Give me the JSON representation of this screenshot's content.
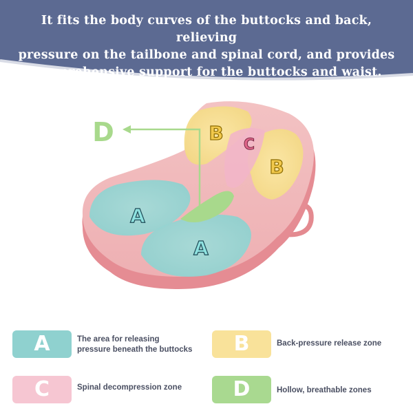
{
  "banner": {
    "lines": [
      "It fits the body curves of the buttocks and back, relieving",
      "pressure on the tailbone and spinal cord, and provides",
      "comprehensive support for the buttocks and waist."
    ],
    "color": "#5c6a92"
  },
  "diagram": {
    "zone_a_label": "A",
    "zone_b_label": "B",
    "zone_c_label": "C",
    "zone_d_label": "D",
    "cushion_color": "#eaa0a4",
    "zone_a_color": "#8fd1cf",
    "zone_b_color": "#f6df8c",
    "zone_c_color": "#f2b6c8",
    "zone_d_color": "#a8d98c"
  },
  "legend": {
    "items": [
      {
        "letter": "A",
        "text_lines": [
          "The area for releasing",
          "pressure beneath the buttocks"
        ],
        "color": "#8fd1cf"
      },
      {
        "letter": "B",
        "text_lines": [
          "Back-pressure release zone"
        ],
        "color": "#f9e29a"
      },
      {
        "letter": "C",
        "text_lines": [
          "Spinal decompression zone"
        ],
        "color": "#f6c6d2"
      },
      {
        "letter": "D",
        "text_lines": [
          "Hollow, breathable zones"
        ],
        "color": "#a9d990"
      }
    ]
  }
}
